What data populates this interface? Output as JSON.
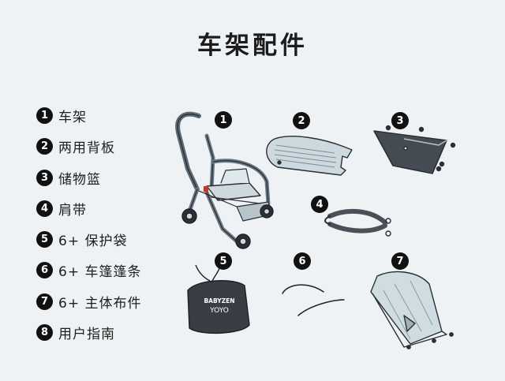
{
  "page": {
    "title": "车架配件"
  },
  "legend": [
    {
      "num": "1",
      "label": "车架"
    },
    {
      "num": "2",
      "label": "两用背板"
    },
    {
      "num": "3",
      "label": "储物篮"
    },
    {
      "num": "4",
      "label": "肩带"
    },
    {
      "num": "5",
      "label": "6+ 保护袋"
    },
    {
      "num": "6",
      "label": "6+ 车篷篷条"
    },
    {
      "num": "7",
      "label": "6+ 主体布件"
    },
    {
      "num": "8",
      "label": "用户指南"
    }
  ],
  "illustrations": {
    "badges": [
      "1",
      "2",
      "3",
      "4",
      "5",
      "6",
      "7"
    ],
    "bag_brand": "BABYZEN",
    "bag_model": "YOYO"
  },
  "colors": {
    "background": "#eef2f5",
    "badge": "#111111",
    "part_fill": "#cdd9de",
    "bag_fill": "#3a3d44"
  }
}
